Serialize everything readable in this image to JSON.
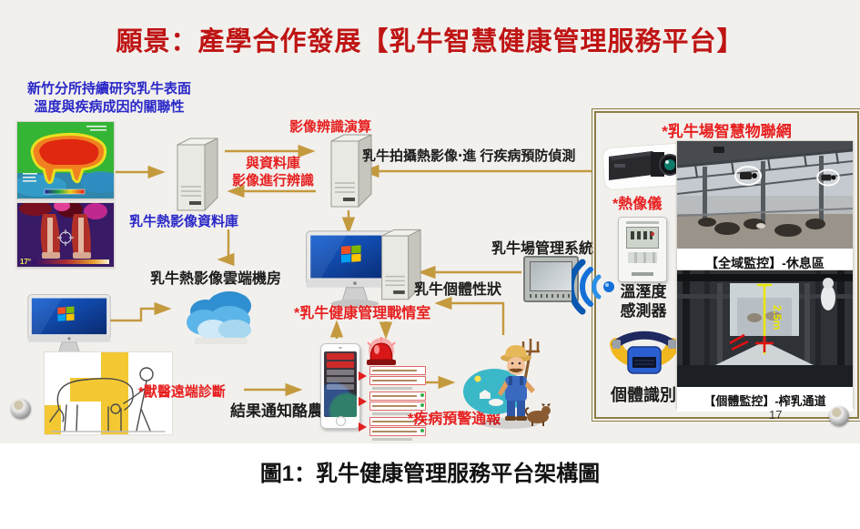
{
  "slide": {
    "title": "願景：產學合作發展【乳牛智慧健康管理服務平台】",
    "page_number": "17",
    "research_note_lines": [
      "新竹分所持續研究乳牛表面",
      "溫度與疾病成因的關聯性"
    ],
    "labels": {
      "image_recognition_algo": "影像辨識演算",
      "db_compare_lines": [
        "與資料庫",
        "影像進行辨識"
      ],
      "thermal_image_db": "乳牛熱影像資料庫",
      "capture_detection": "乳牛拍攝熱影像‧進 行疾病預防偵測",
      "cloud_room": "乳牛熱影像雲端機房",
      "war_room": "*乳牛健康管理戰情室",
      "individual_traits": "乳牛個體性狀",
      "farm_management_system": "乳牛場管理系統",
      "vet_remote_diagnosis": "*獸醫遠端診斷",
      "notify_farmer": "結果通知酪農",
      "disease_alert": "*疾病預警通報"
    },
    "iot_panel": {
      "title": "*乳牛場智慧物聯網",
      "thermal_camera": "*熱像儀",
      "global_monitoring_caption": "【全域監控】-休息區",
      "temp_humidity_sensor": "溫溼度感測器",
      "individual_id": "個體識別",
      "individual_monitoring_caption": "【個體監控】-榨乳通道",
      "height_measurement": "2.5m"
    },
    "thermal_legs_temp": "17°"
  },
  "figure_caption": "圖1：乳牛健康管理服務平台架構圖",
  "colors": {
    "title_red": "#bf1414",
    "label_red": "#e71f1f",
    "label_blue": "#2a28c8",
    "text_black": "#1c1c1c",
    "arrow_gold": "#c49a3f",
    "panel_border": "#8f7d45",
    "slide_bg": "#f2f0ed"
  }
}
